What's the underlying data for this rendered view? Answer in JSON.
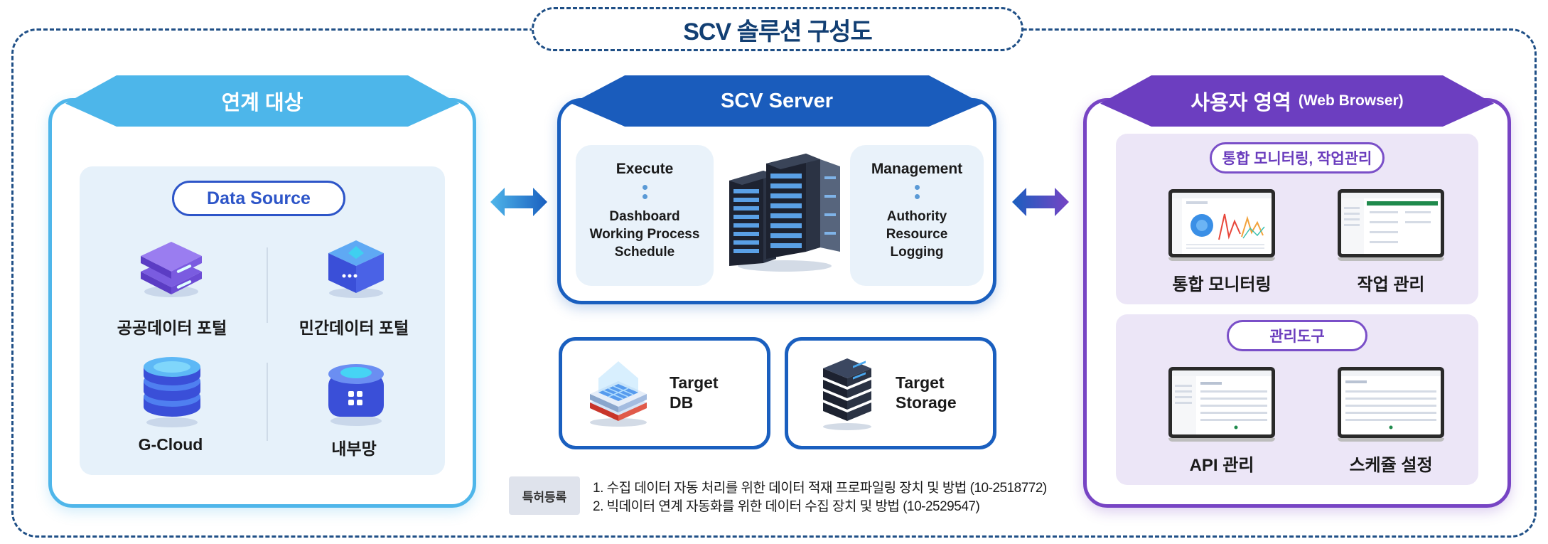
{
  "title": "SCV 솔루션 구성도",
  "left": {
    "tab": "연계 대상",
    "pill": "Data Source",
    "sources": [
      "공공데이터 포털",
      "민간데이터 포털",
      "G-Cloud",
      "내부망"
    ]
  },
  "middle": {
    "tab": "SCV Server",
    "execute": {
      "head": "Execute",
      "items": [
        "Dashboard",
        "Working Process",
        "Schedule"
      ]
    },
    "management": {
      "head": "Management",
      "items": [
        "Authority",
        "Resource",
        "Logging"
      ]
    },
    "target_db": [
      "Target",
      "DB"
    ],
    "target_storage": [
      "Target",
      "Storage"
    ]
  },
  "right": {
    "tab": "사용자 영역",
    "tab_sub": "(Web Browser)",
    "section1": {
      "pill": "통합 모니터링, 작업관리",
      "items": [
        "통합 모니터링",
        "작업 관리"
      ]
    },
    "section2": {
      "pill": "관리도구",
      "items": [
        "API 관리",
        "스케쥴 설정"
      ]
    }
  },
  "patent": {
    "tag": "특허등록",
    "lines": [
      "1. 수집 데이터 자동 처리를 위한 데이터 적재 프로파일링 장치 및 방법 (10-2518772)",
      "2. 빅데이터 연계 자동화를 위한 데이터 수집 장치 및 방법 (10-2529547)"
    ]
  },
  "colors": {
    "left": "#4fb6ea",
    "middle": "#1a5fbf",
    "right": "#7744c4",
    "frame": "#1f4f86"
  }
}
